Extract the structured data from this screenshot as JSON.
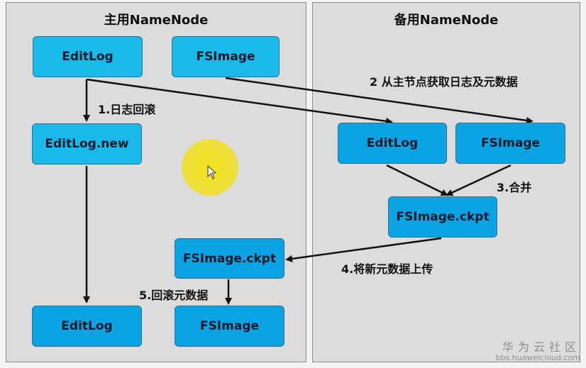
{
  "panels": {
    "primary_title": "主用NameNode",
    "standby_title": "备用NameNode"
  },
  "primary": {
    "editlog": "EditLog",
    "fsimage": "FSImage",
    "editlog_new": "EditLog.new",
    "fsimage_ckpt": "FSImage.ckpt",
    "editlog_final": "EditLog",
    "fsimage_final": "FSImage"
  },
  "standby": {
    "editlog": "EditLog",
    "fsimage": "FSImage",
    "fsimage_ckpt": "FSImage.ckpt"
  },
  "steps": {
    "step1": "1.日志回滚",
    "step2": "2 从主节点获取日志及元数据",
    "step3": "3.合并",
    "step4": "4.将新元数据上传",
    "step5": "5.回滚元数据"
  },
  "watermark": {
    "main": "华为云社区",
    "sub": "bbs.huaweicloud.com"
  },
  "colors": {
    "node_light": "#19b9ea",
    "node_mid": "#0aa3e3",
    "panel_bg": "#dcdcdc",
    "cursor_highlight": "#f2e21c"
  }
}
